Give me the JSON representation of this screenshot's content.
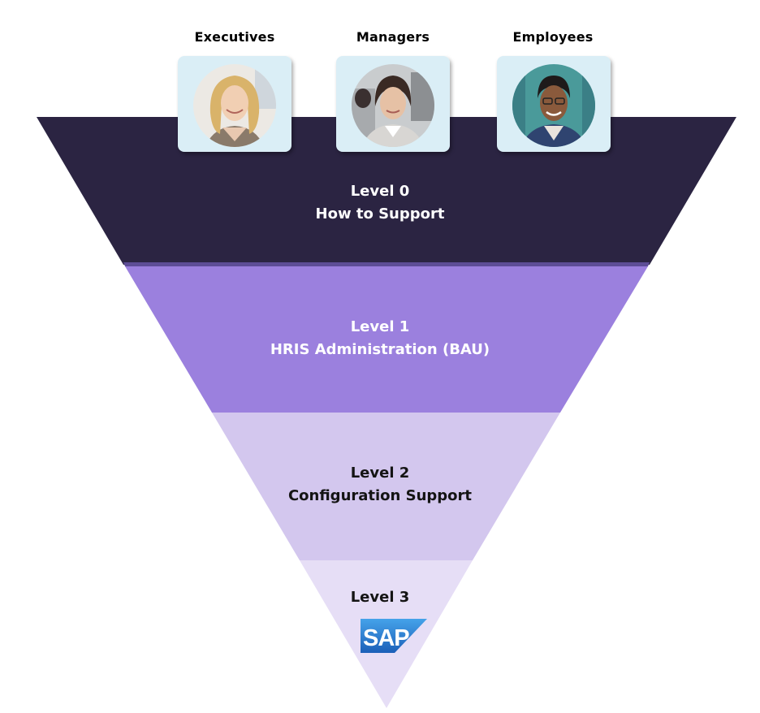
{
  "colors": {
    "level0": "#2b2442",
    "level1": "#9b80de",
    "level2": "#d3c7ee",
    "level3": "#e6def6",
    "card_bg": "#daeef6",
    "sap_blue": "#2a7fd4"
  },
  "personas": [
    {
      "label": "Executives",
      "icon": "executive-avatar-icon"
    },
    {
      "label": "Managers",
      "icon": "manager-avatar-icon"
    },
    {
      "label": "Employees",
      "icon": "employee-avatar-icon"
    }
  ],
  "levels": [
    {
      "title": "Level 0",
      "subtitle": "How to Support"
    },
    {
      "title": "Level 1",
      "subtitle": "HRIS Administration (BAU)"
    },
    {
      "title": "Level 2",
      "subtitle": "Configuration Support"
    },
    {
      "title": "Level 3",
      "logo": "SAP"
    }
  ]
}
